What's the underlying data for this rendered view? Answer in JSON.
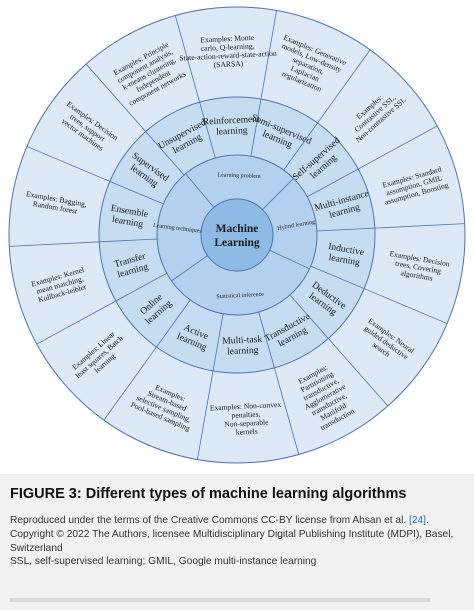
{
  "diagram": {
    "center": [
      "Machine",
      "Learning"
    ],
    "inner_ring": [
      "Hybrid learning",
      "Statistical inference",
      "Learning techniques",
      "Learning problem"
    ],
    "middle_ring": [
      "Semi-supervised learning",
      "Self-supervised learning",
      "Multi-instance learning",
      "Inductive learning",
      "Deductive learning",
      "Transductive learning",
      "Multi-task learning",
      "Active learning",
      "Online learning",
      "Transfer learning",
      "Ensemble learning",
      "Supervised learning",
      "Unsupervised learning",
      "Reinforcement learning"
    ],
    "outer_ring": [
      "Examples: Generative models, Low-density separation, Laplacian regularization",
      "Examples: Contrastive SSL, Non-contrastive SSL",
      "Examples: Standard assumption, GMIL assumption, Boosting",
      "Examples: Decision trees, Covering algorithms",
      "Examples: Neural guided deductive search",
      "Examples: Partitioning transductive, Agglomerative transductive, Manifold transduction",
      "Examples: Non-convex penalties, Non-separable kernels",
      "Examples: Stream-based selective sampling, Pool-based sampling",
      "Examples: Linear least squares, Batch learning",
      "Examples: Kernel mean matching, Kullback-leibler",
      "Examples: Bagging, Random forest",
      "Examples: Decision trees, support vector machines",
      "Examples: Principle component analysis, k-means clustering, Independent component networks",
      "Examples: Monte carlo, Q-learning, State-action-reward-state-action (SARSA)"
    ]
  },
  "caption": {
    "title": "FIGURE 3: Different types of machine learning algorithms",
    "text_before": "Reproduced under the terms of the Creative Commons CC-BY license from Ahsan et al. ",
    "ref": "[24]",
    "text_after": ". Copyright © 2022 The Authors, licensee Multidisciplinary Digital Publishing Institute (MDPI), Basel, Switzerland",
    "abbreviations": "SSL, self-supervised learning; GMIL, Google multi-instance learning"
  },
  "colors": {
    "outer": "#dde9f7",
    "middle": "#c6dcf1",
    "inner": "#b3d1ee",
    "center": "#8dbbe6",
    "stroke": "#4a74b4"
  }
}
